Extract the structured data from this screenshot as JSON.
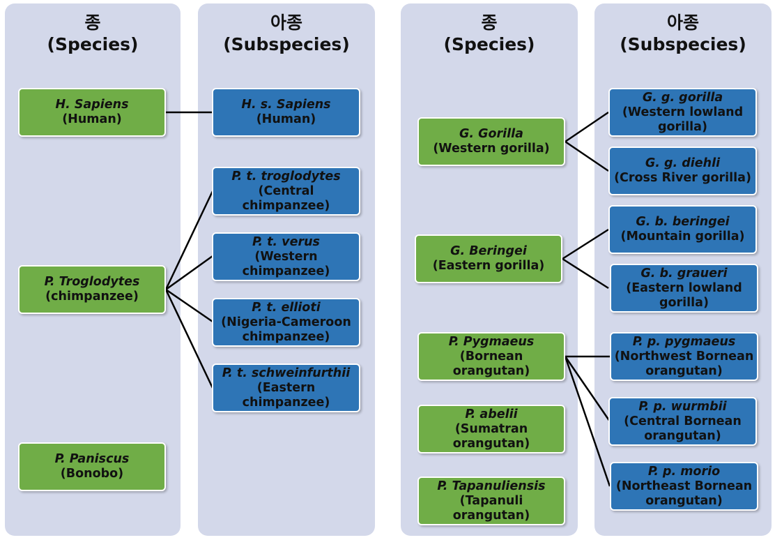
{
  "columns": [
    {
      "title_ko": "종",
      "title_en": "(Species)"
    },
    {
      "title_ko": "아종",
      "title_en": "(Subspecies)"
    },
    {
      "title_ko": "종",
      "title_en": "(Species)"
    },
    {
      "title_ko": "아종",
      "title_en": "(Subspecies)"
    }
  ],
  "species_left": [
    {
      "name": "H. Sapiens",
      "common": "(Human)"
    },
    {
      "name": "P. Troglodytes",
      "common": "(chimpanzee)"
    },
    {
      "name": "P. Paniscus",
      "common": "(Bonobo)"
    }
  ],
  "subspecies_left": [
    {
      "name": "H. s. Sapiens",
      "common": "(Human)"
    },
    {
      "name": "P. t. troglodytes",
      "common": "(Central chimpanzee)"
    },
    {
      "name": "P. t. verus",
      "common": "(Western\nchimpanzee)"
    },
    {
      "name": "P. t. ellioti",
      "common": "(Nigeria-Cameroon\nchimpanzee)"
    },
    {
      "name": "P. t. schweinfurthii",
      "common": "(Eastern chimpanzee)"
    }
  ],
  "species_right": [
    {
      "name": "G. Gorilla",
      "common": "(Western gorilla)"
    },
    {
      "name": "G. Beringei",
      "common": "(Eastern gorilla)"
    },
    {
      "name": "P. Pygmaeus",
      "common": "(Bornean orangutan)"
    },
    {
      "name": "P. abelii",
      "common": "(Sumatran orangutan)"
    },
    {
      "name": "P. Tapanuliensis",
      "common": "(Tapanuli orangutan)"
    }
  ],
  "subspecies_right": [
    {
      "name": "G. g. gorilla",
      "common": "(Western lowland\ngorilla)"
    },
    {
      "name": "G. g. diehli",
      "common": "(Cross River gorilla)"
    },
    {
      "name": "G. b. beringei",
      "common": "(Mountain gorilla)"
    },
    {
      "name": "G. b. graueri",
      "common": "(Eastern lowland\ngorilla)"
    },
    {
      "name": "P. p. pygmaeus",
      "common": "(Northwest Bornean\norangutan)"
    },
    {
      "name": "P. p. wurmbii",
      "common": "(Central Bornean\norangutan)"
    },
    {
      "name": "P. p. morio",
      "common": "(Northeast Bornean\norangutan)"
    }
  ],
  "colors": {
    "panel": "#d3d8ea",
    "species": "#70ad47",
    "subspecies": "#2e75b6",
    "connector": "#000000"
  }
}
